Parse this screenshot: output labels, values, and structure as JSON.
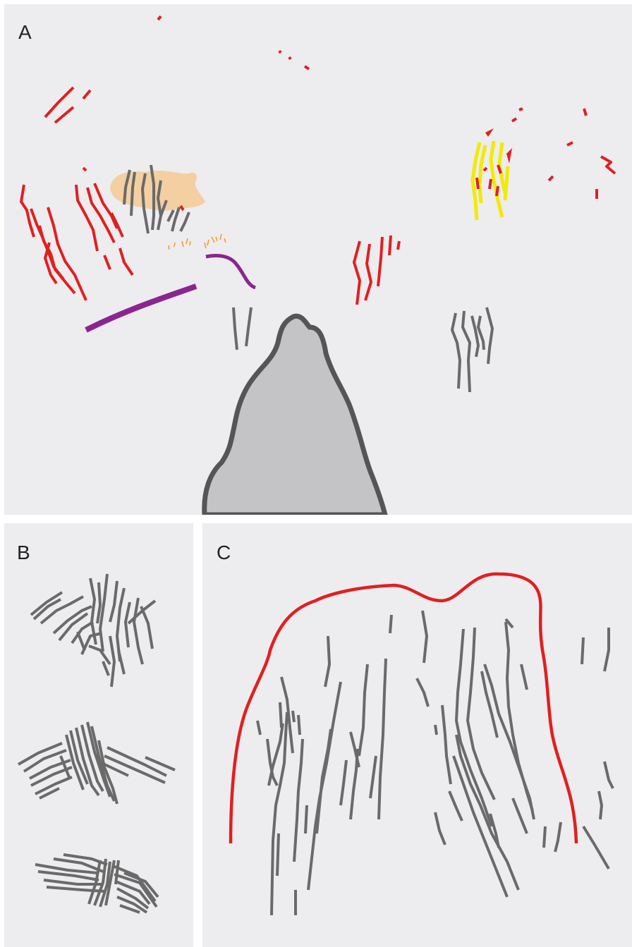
{
  "figure": {
    "panels": {
      "a": {
        "label": "A"
      },
      "b": {
        "label": "B"
      },
      "c": {
        "label": "C"
      }
    },
    "colors": {
      "background": "#edecef",
      "gray_lines": "#6a6a6a",
      "red_lines": "#e0201f",
      "yellow_lines": "#f2ea00",
      "purple_lines": "#8a2590",
      "tan_patch": "#f3cfa2",
      "orange_dashes": "#f0a030",
      "rock_fill": "#c4c4c6",
      "rock_outline": "#555555"
    }
  }
}
